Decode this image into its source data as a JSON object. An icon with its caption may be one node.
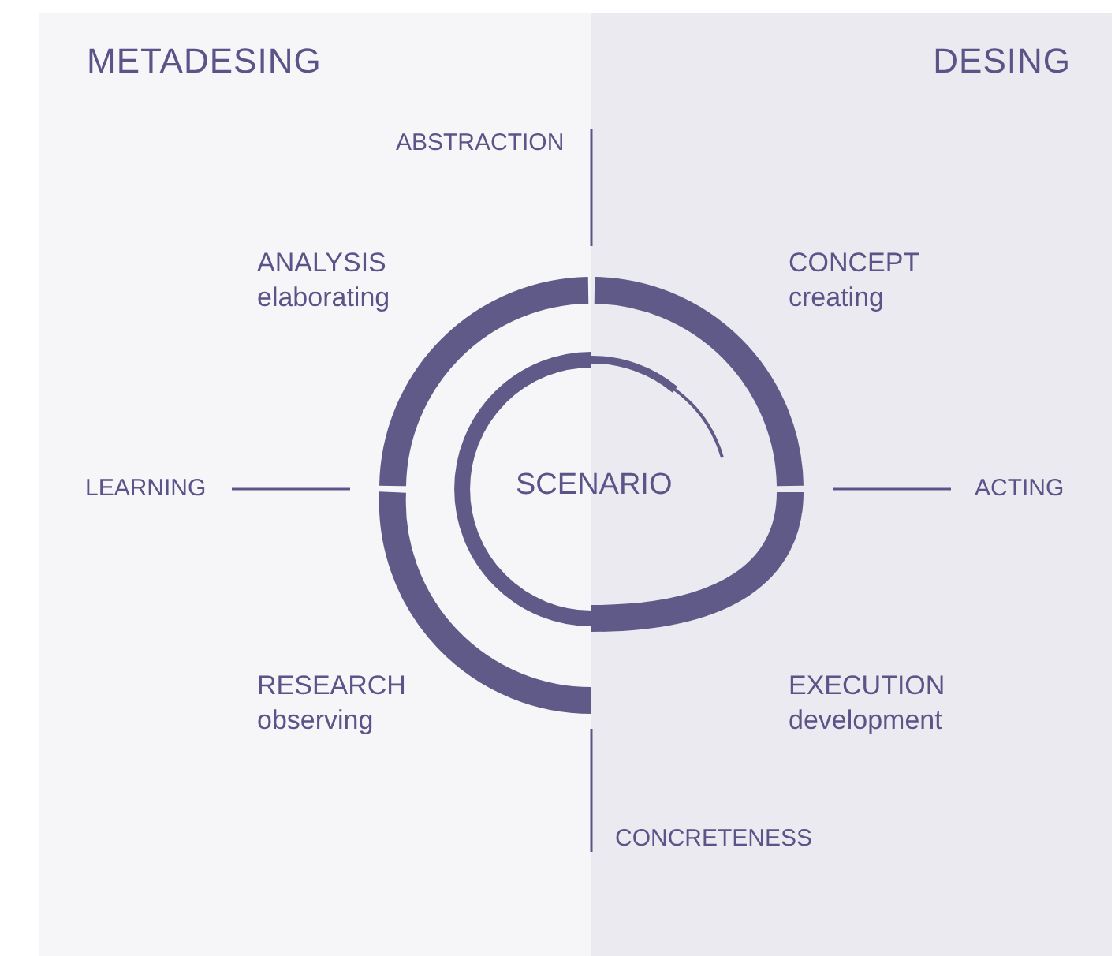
{
  "diagram": {
    "nodes": [
      {
        "text": [
          "METADESING"
        ]
      },
      {
        "text": [
          "DESING"
        ]
      }
    ],
    "labels": [
      "ABSTRACTION",
      "ANALYSIS",
      "elaborating",
      "CONCEPT",
      "creating",
      "LEARNING",
      "SCENARIO",
      "ACTING",
      "RESEARCH",
      "observing",
      "EXECUTION",
      "development",
      "CONCRETENESS"
    ]
  }
}
